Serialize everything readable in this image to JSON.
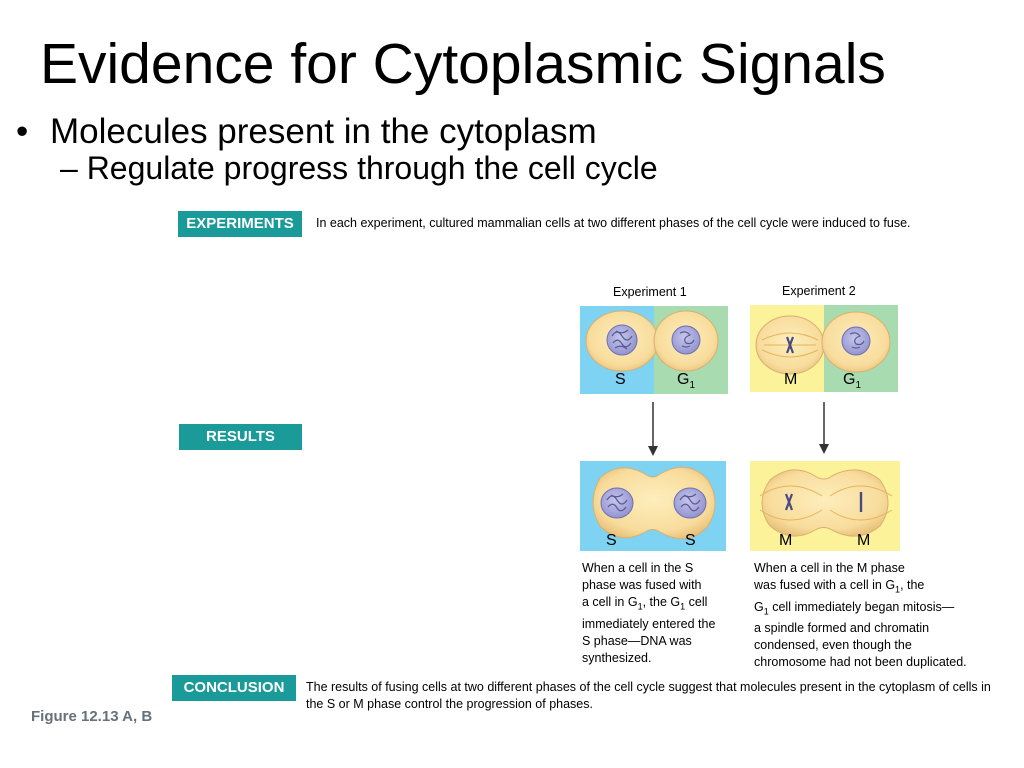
{
  "slide": {
    "title": "Evidence for Cytoplasmic Signals",
    "bullet_1": "Molecules present in the cytoplasm",
    "bullet_2": "Regulate progress through the cell cycle",
    "figure_caption": "Figure 12.13 A, B"
  },
  "figure": {
    "experiments_label": "EXPERIMENTS",
    "experiments_text": "In each experiment, cultured mammalian cells at two different phases of the cell cycle were induced to fuse.",
    "results_label": "RESULTS",
    "conclusion_label": "CONCLUSION",
    "conclusion_text": "The results of fusing cells at two different phases of the cell cycle suggest that molecules present in the cytoplasm of cells in the S or M phase control the progression of phases.",
    "experiment_1": {
      "title": "Experiment 1",
      "before_left": "S",
      "before_right": "G",
      "before_right_sub": "1",
      "after_left": "S",
      "after_right": "S",
      "result_lines": [
        "When a cell in the S",
        "phase was fused with",
        "a cell in G1, the G1 cell",
        "immediately entered the",
        "S phase—DNA was",
        "synthesized."
      ]
    },
    "experiment_2": {
      "title": "Experiment 2",
      "before_left": "M",
      "before_right": "G",
      "before_right_sub": "1",
      "after_left": "M",
      "after_right": "M",
      "result_lines": [
        "When a cell in the M phase",
        "was fused with a cell in G1, the",
        "G1 cell immediately began mitosis—",
        "a spindle formed and chromatin",
        "condensed, even though the",
        "chromosome had not been duplicated."
      ]
    }
  },
  "colors": {
    "label_teal": "#1a9a98",
    "s_phase_blue": "#7ed2f2",
    "g1_phase_green": "#a8dcb0",
    "m_phase_yellow": "#fbf29a",
    "cell_fill": "#f8dc9c",
    "nucleus_fill": "#a9a9dc",
    "caption_gray": "#66717c"
  }
}
